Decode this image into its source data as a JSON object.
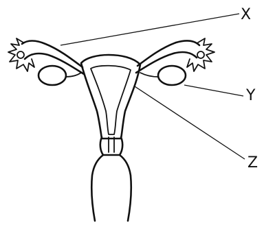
{
  "labels": {
    "x": "X",
    "y": "Y",
    "z": "Z"
  }
}
